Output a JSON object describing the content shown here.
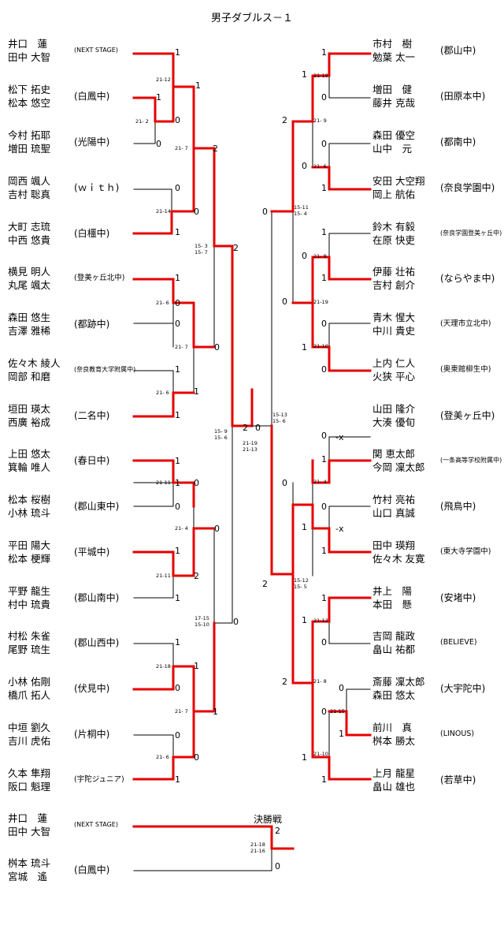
{
  "title": "男子ダブルス－１",
  "final_label": "決勝戦",
  "left": [
    {
      "p1": "井口　蓮",
      "p2": "田中 大智",
      "team": "(NEXT STAGE)"
    },
    {
      "p1": "松下 拓史",
      "p2": "松本 悠空",
      "team": "(白鳳中)"
    },
    {
      "p1": "今村 拓耶",
      "p2": "増田 琉聖",
      "team": "(光陽中)"
    },
    {
      "p1": "岡西 颯人",
      "p2": "吉村 聡真",
      "team": "(ｗｉｔｈ)"
    },
    {
      "p1": "大町 志琉",
      "p2": "中西 悠貴",
      "team": "(白橿中)"
    },
    {
      "p1": "横見 明人",
      "p2": "丸尾 颯太",
      "team": "(登美ヶ丘北中)"
    },
    {
      "p1": "森田 悠生",
      "p2": "吉澤 雅稀",
      "team": "(都跡中)"
    },
    {
      "p1": "佐々木 綾人",
      "p2": "岡部 和磨",
      "team": "(奈良教育大学附属中)"
    },
    {
      "p1": "垣田 瑛太",
      "p2": "西廣 裕成",
      "team": "(二名中)"
    },
    {
      "p1": "上田 悠太",
      "p2": "箕輪 唯人",
      "team": "(春日中)"
    },
    {
      "p1": "松本 桜樹",
      "p2": "小林 琉斗",
      "team": "(郡山東中)"
    },
    {
      "p1": "平田 陽大",
      "p2": "松本 梗輝",
      "team": "(平城中)"
    },
    {
      "p1": "平野 龍生",
      "p2": "村中 琉貴",
      "team": "(郡山南中)"
    },
    {
      "p1": "村松 朱雀",
      "p2": "尾野 琉生",
      "team": "(郡山西中)"
    },
    {
      "p1": "小林 佑剛",
      "p2": "橋爪 拓人",
      "team": "(伏見中)"
    },
    {
      "p1": "中垣 劉久",
      "p2": "吉川 虎佑",
      "team": "(片桐中)"
    },
    {
      "p1": "久本 隼翔",
      "p2": "阪口 魁理",
      "team": "(宇陀ジュニア)"
    }
  ],
  "right": [
    {
      "p1": "市村　樹",
      "p2": "勉葉 太一",
      "team": "(郡山中)"
    },
    {
      "p1": "増田　健",
      "p2": "藤井 克哉",
      "team": "(田原本中)"
    },
    {
      "p1": "森田 優空",
      "p2": "山中　元",
      "team": "(都南中)"
    },
    {
      "p1": "安田 大空翔",
      "p2": "岡上 航佑",
      "team": "(奈良学園中)"
    },
    {
      "p1": "鈴木 有毅",
      "p2": "在原 快吏",
      "team": "(奈良学園登美ヶ丘中)"
    },
    {
      "p1": "伊藤 壮祐",
      "p2": "吉村 創介",
      "team": "(ならやま中)"
    },
    {
      "p1": "青木 惺大",
      "p2": "中川 貴史",
      "team": "(天理市立北中)"
    },
    {
      "p1": "上内 仁人",
      "p2": "火狭 平心",
      "team": "(奥東館柳生中)"
    },
    {
      "p1": "山田 隆介",
      "p2": "大湊 優旬",
      "team": "(登美ヶ丘中)"
    },
    {
      "p1": "関 恵太郎",
      "p2": "今岡 凜太郎",
      "team": "(一条高等学校附属中)"
    },
    {
      "p1": "竹村 亮祐",
      "p2": "山口 真誠",
      "team": "(飛鳥中)"
    },
    {
      "p1": "田中 瑛翔",
      "p2": "佐々木 友寛",
      "team": "(東大寺学園中)"
    },
    {
      "p1": "井上　陽",
      "p2": "本田　懸",
      "team": "(安堵中)"
    },
    {
      "p1": "吉岡 龍政",
      "p2": "畠山 祐都",
      "team": "(BELIEVE)"
    },
    {
      "p1": "斎藤 凜太郎",
      "p2": "森田 悠太",
      "team": "(大宇陀中)"
    },
    {
      "p1": "前川　真",
      "p2": "桝本 勝太",
      "team": "(LINOUS)"
    },
    {
      "p1": "上月 龍星",
      "p2": "畠山 雄也",
      "team": "(若草中)"
    }
  ],
  "final": [
    {
      "p1": "井口　蓮",
      "p2": "田中 大智",
      "team": "(NEXT STAGE)"
    },
    {
      "p1": "桝本 琉斗",
      "p2": "宮城　遙",
      "team": "(白鳳中)"
    }
  ],
  "scores": {
    "l1": "1",
    "l2": "1",
    "l3": "0",
    "l4": "1",
    "l5": "0",
    "l6": "2",
    "l7": "0",
    "l8": "1",
    "l9": "2",
    "l10": "1",
    "l11": "0",
    "l12": "0",
    "l13": "0",
    "l14": "1",
    "l15": "1",
    "l16": "0",
    "l17": "1",
    "l18": "1",
    "l19": "0",
    "l20": "1",
    "l21": "0",
    "l22": "0",
    "l23": "1",
    "l24": "2",
    "l25": "1",
    "l26": "0",
    "l27": "1",
    "l28": "1",
    "l29": "0",
    "l30": "0",
    "l31": "1",
    "l32": "1",
    "l33": "0",
    "l34": "0",
    "l35": "1",
    "l36": "1",
    "l37": "0",
    "l38": "2",
    "l39": "1",
    "c1": "2",
    "c2": "0",
    "r1": "1",
    "r2": "1",
    "r3": "0",
    "r4": "2",
    "r5": "0",
    "r6": "0",
    "r7": "1",
    "r8": "0",
    "r9": "1",
    "r10": "0",
    "r11": "1",
    "r12": "0",
    "r13": "0",
    "r14": "1",
    "r15": "0",
    "r16": "1",
    "r17": "0",
    "r18": "0",
    "r19": "1",
    "r20": "0",
    "r21": "-x",
    "r22": "1",
    "r23": "0",
    "r24": "1",
    "r25": "-x",
    "r26": "1",
    "r27": "2",
    "r28": "1",
    "r29": "0",
    "r30": "2",
    "r31": "1",
    "r32": "0",
    "r33": "1",
    "r34": "1",
    "f1": "2",
    "f2": "0"
  },
  "setscores": {
    "s1": "21-12",
    "s2": "21- 2",
    "s3": "21- 7",
    "s4": "21-14",
    "s5": "15- 3",
    "s6": "15- 7",
    "s7": "21- 6",
    "s8": "21- 7",
    "s9": "21- 6",
    "s10": "15- 9",
    "s11": "15- 6",
    "s12": "21-11",
    "s13": "21- 4",
    "s14": "21-11",
    "s15": "17-15",
    "s16": "15-10",
    "s17": "21-18",
    "s18": "21- 7",
    "s19": "21- 6",
    "s20": "21-19",
    "s21": "21-13",
    "t1": "21-19",
    "t2": "21- 9",
    "t3": "21- 6",
    "t4": "15-11",
    "t5": "15- 4",
    "t6": "21- 8",
    "t7": "21-19",
    "t8": "21-10",
    "t9": "15-13",
    "t10": "15- 6",
    "t11": "21- 4",
    "t12": "15-12",
    "t13": "15- 5",
    "t14": "21-12",
    "t15": "21- 8",
    "t16": "21-15",
    "t17": "21-10",
    "f1": "21-18",
    "f2": "21-16"
  }
}
